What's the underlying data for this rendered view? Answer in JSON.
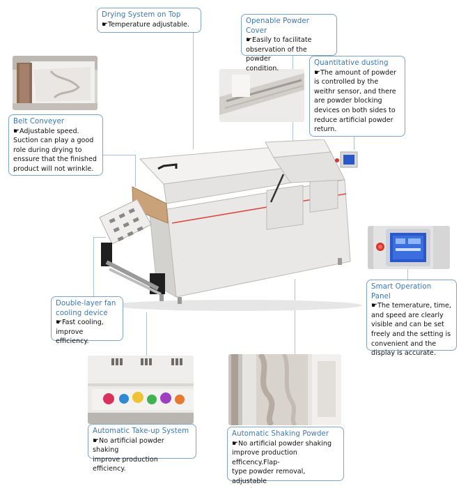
{
  "features": {
    "drying": {
      "title": "Drying System on Top",
      "description": "Temperature adjustable."
    },
    "powder_cover": {
      "title": "Openable Powder Cover",
      "description": "Easily to facilitate\nobservation of the powder\ncondition."
    },
    "dusting": {
      "title": "Quantitative dusting",
      "description": "The amount of powder\nis controlled by the\nweithr sensor, and there\nare powder blocking\ndevices on both sides to\nreduce artificial powder\nreturn."
    },
    "belt": {
      "title": "Belt Conveyer",
      "description": "Adjustable speed.\nSuction can play a good\nrole during drying to\nenssure that the finished\nproduct will not wrinkle."
    },
    "panel": {
      "title": "Smart Operation Panel",
      "description": "The temerature, time,\nand speed are clearly\nvisible and can be set\nfreely and the setting is\nconvenient and the\ndisplay is accurate."
    },
    "fan": {
      "title": "Double-layer fan\ncooling device",
      "description": "Fast cooling,\nimprove efficiency."
    },
    "takeup": {
      "title": "Automatic Take-up System",
      "description": "No artificial powder shaking\nimprove production efficiency."
    },
    "shaking": {
      "title": "Automatic Shaking Powder",
      "description": "No artificial powder shaking\nimprove production efficency.Flap-\ntype powder removal, adjustable\nspeed."
    }
  },
  "bullet_icon": "pointing-hand-icon",
  "colors": {
    "title": "#3a78b7",
    "border": "#7fa4c8",
    "machine_body": "#ecebe9",
    "belt": "#c9a27a",
    "panel_screen": "#2b58c8"
  }
}
